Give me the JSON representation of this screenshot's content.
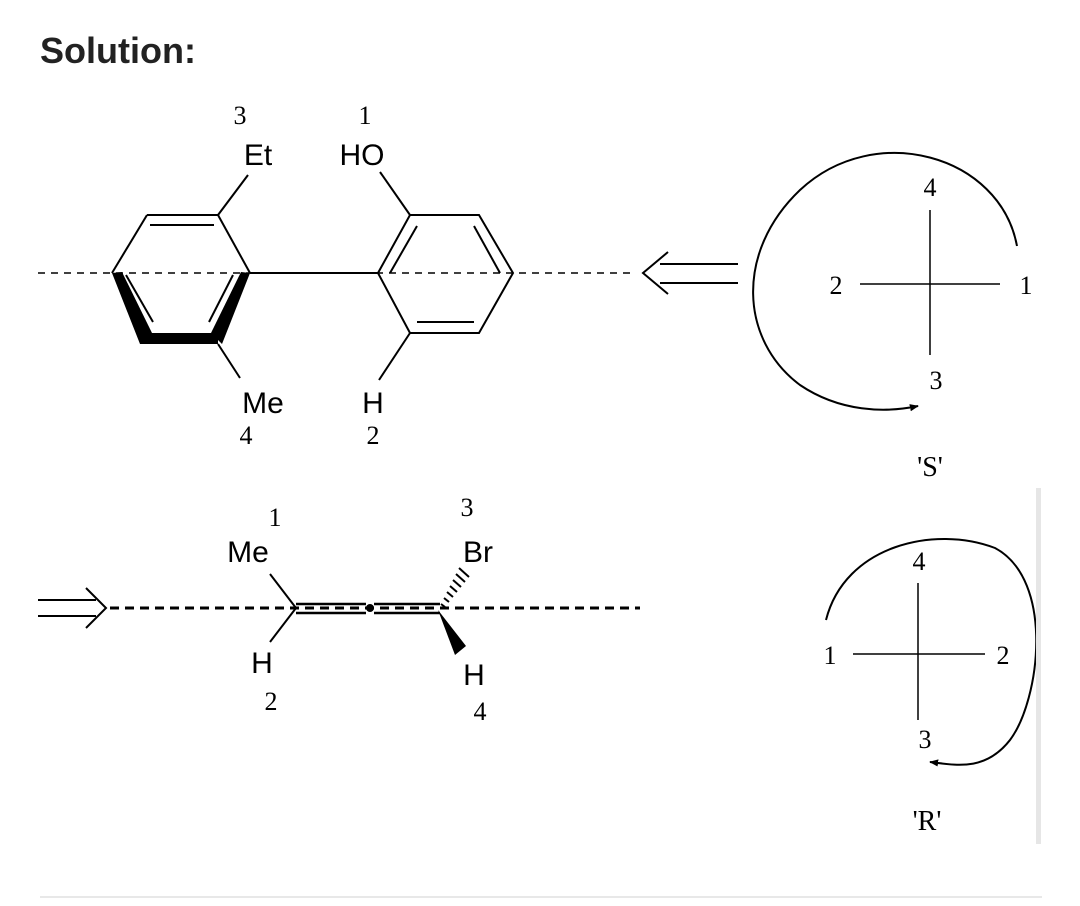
{
  "heading": "Solution:",
  "top_molecule": {
    "et_priority": "3",
    "et_label": "Et",
    "ho_priority": "1",
    "ho_label": "HO",
    "me_label": "Me",
    "me_priority": "4",
    "h_label": "H",
    "h_priority": "2"
  },
  "top_projection": {
    "top": "4",
    "left": "2",
    "right": "1",
    "bottom": "3",
    "descriptor": "'S'"
  },
  "bottom_molecule": {
    "me_priority": "1",
    "me_label": "Me",
    "h_left_label": "H",
    "h_left_priority": "2",
    "br_priority": "3",
    "br_label": "Br",
    "h_right_label": "H",
    "h_right_priority": "4"
  },
  "bottom_projection": {
    "top": "4",
    "left": "1",
    "right": "2",
    "bottom": "3",
    "descriptor": "'R'"
  },
  "colors": {
    "ink": "#000000",
    "heading": "#222222"
  }
}
